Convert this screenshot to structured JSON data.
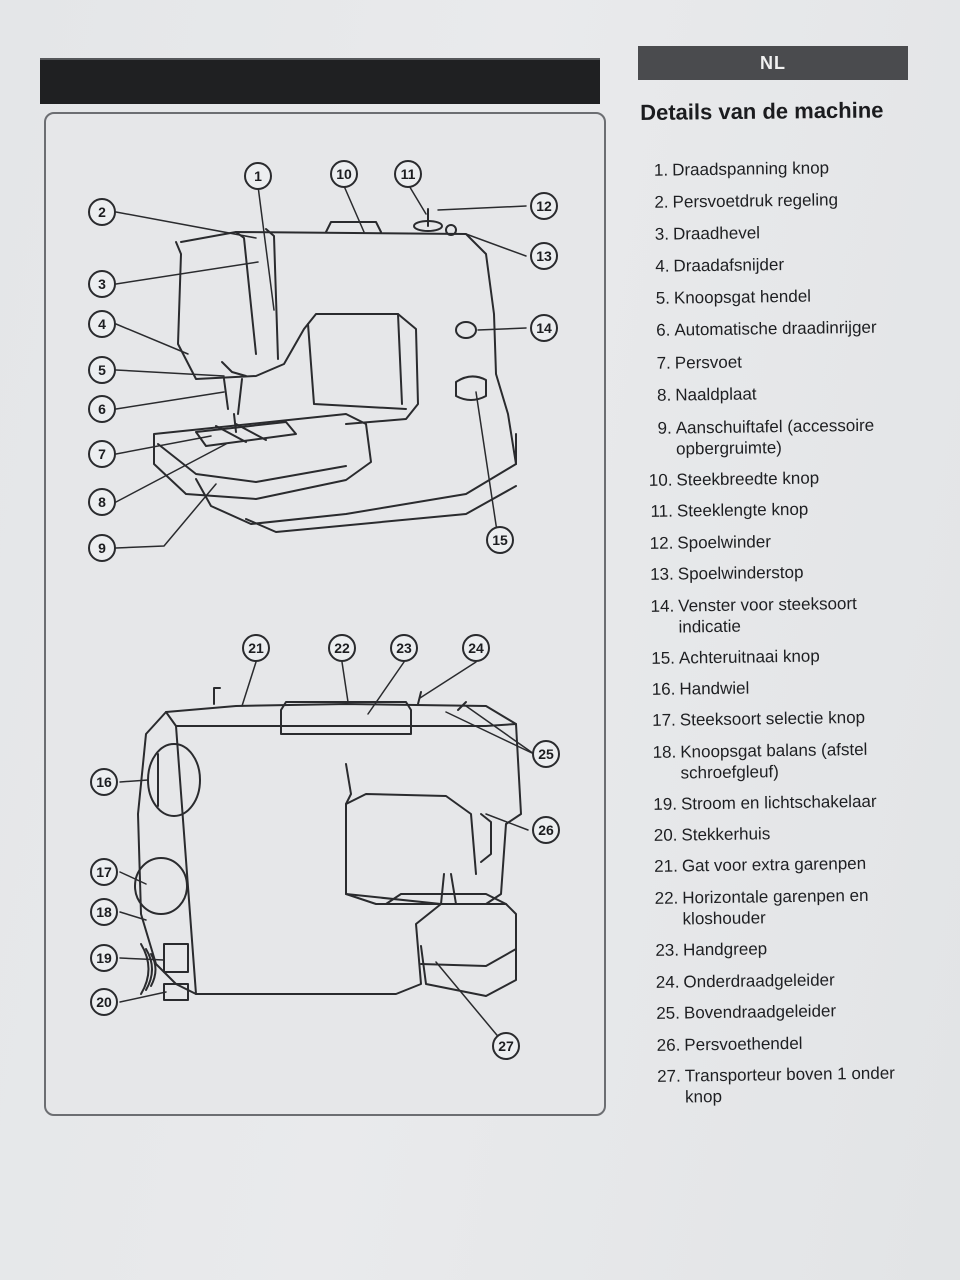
{
  "header": {
    "language_tab": "NL",
    "section_title": "Details van de machine"
  },
  "parts": [
    {
      "num": "1.",
      "label": "Draadspanning knop"
    },
    {
      "num": "2.",
      "label": "Persvoetdruk regeling"
    },
    {
      "num": "3.",
      "label": "Draadhevel"
    },
    {
      "num": "4.",
      "label": "Draadafsnijder"
    },
    {
      "num": "5.",
      "label": "Knoopsgat hendel"
    },
    {
      "num": "6.",
      "label": "Automatische draadinrijger"
    },
    {
      "num": "7.",
      "label": "Persvoet"
    },
    {
      "num": "8.",
      "label": "Naaldplaat"
    },
    {
      "num": "9.",
      "label": "Aanschuiftafel (accessoire opbergruimte)"
    },
    {
      "num": "10.",
      "label": "Steekbreedte knop"
    },
    {
      "num": "11.",
      "label": "Steeklengte knop"
    },
    {
      "num": "12.",
      "label": "Spoelwinder"
    },
    {
      "num": "13.",
      "label": "Spoelwinderstop"
    },
    {
      "num": "14.",
      "label": "Venster voor steeksoort indicatie"
    },
    {
      "num": "15.",
      "label": "Achteruitnaai knop"
    },
    {
      "num": "16.",
      "label": "Handwiel"
    },
    {
      "num": "17.",
      "label": "Steeksoort selectie knop"
    },
    {
      "num": "18.",
      "label": "Knoopsgat balans (afstel schroefgleuf)"
    },
    {
      "num": "19.",
      "label": "Stroom en lichtschakelaar"
    },
    {
      "num": "20.",
      "label": "Stekkerhuis"
    },
    {
      "num": "21.",
      "label": "Gat voor extra garenpen"
    },
    {
      "num": "22.",
      "label": "Horizontale garenpen en kloshouder"
    },
    {
      "num": "23.",
      "label": "Handgreep"
    },
    {
      "num": "24.",
      "label": "Onderdraadgeleider"
    },
    {
      "num": "25.",
      "label": "Bovendraadgeleider"
    },
    {
      "num": "26.",
      "label": "Persvoethendel"
    },
    {
      "num": "27.",
      "label": "Transporteur boven 1 onder knop"
    }
  ],
  "callouts_front": [
    "1",
    "2",
    "3",
    "4",
    "5",
    "6",
    "7",
    "8",
    "9",
    "10",
    "11",
    "12",
    "13",
    "14",
    "15"
  ],
  "callouts_back": [
    "16",
    "17",
    "18",
    "19",
    "20",
    "21",
    "22",
    "23",
    "24",
    "25",
    "26",
    "27"
  ]
}
